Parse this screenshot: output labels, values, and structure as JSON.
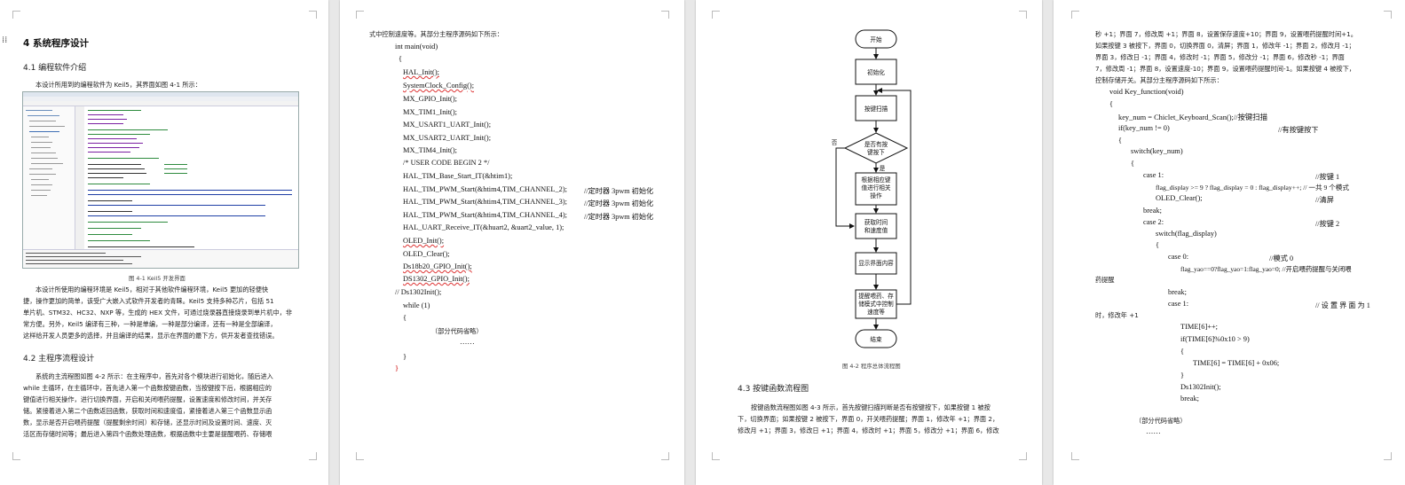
{
  "page1": {
    "h1": "4 系统程序设计",
    "h2a": "4.1 编程软件介绍",
    "para1": "本设计所用到的编程软件为 Keil5，其界面如图 4-1 所示：",
    "fig_caption": "图 4-1 Keil5 开发界面",
    "para2": [
      "本设计所使用的编程环境是 Keil5，相对于其他软件编程环境，Keil5 更加的轻便快",
      "捷，操作更加的简单，该受广大嵌入式软件开发者的青睐。Keil5 支持多种芯片，包括 51",
      "单片机、STM32、HC32、NXP 等，生成的 HEX 文件，可通过烧录器直接烧录到单片机中，非",
      "常方便。另外，Keil5 编译有三种，一种是单编，一种是部分编译，还有一种是全部编译，",
      "这样给开发人员更多的选择，并且编译的结果，显示在界面的最下方，供开发者查找错误。"
    ],
    "h2b": "4.2 主程序流程设计",
    "para3": [
      "系统的主流程图如图 4-2 所示：在主程序中，首先对各个模块进行初始化，随后进入",
      "while 主循环，在主循环中，首先进入第一个函数按键函数，当按键按下后，根据相应的",
      "键值进行相关操作，进行切换界面，开启和关闭喂药提醒，设置速度和修改时间，并关存",
      "储。紧接着进入第二个函数返回函数，获取时间和速度值，紧接着进入第三个函数显示函",
      "数，显示是否开启喂药提醒（提醒剩余时间）和存储，还显示时间及设置时间、速度、灭",
      "活区而存储时间等；最后进入第四个函数处理函数，根据函数中主要是提醒喂药、存储喂"
    ]
  },
  "page2": {
    "intro": "式中控制速度等。其部分主程序源码如下所示：",
    "code": [
      "int main(void)",
      "{",
      "HAL_Init();",
      "SystemClock_Config();",
      "MX_GPIO_Init();",
      "MX_TIM1_Init();",
      "MX_USART1_UART_Init();",
      "MX_USART2_UART_Init();",
      "MX_TIM4_Init();",
      "/* USER CODE BEGIN 2 */",
      "HAL_TIM_Base_Start_IT(&htim1);",
      "HAL_TIM_PWM_Start(&htim4,TIM_CHANNEL_2);",
      "HAL_TIM_PWM_Start(&htim4,TIM_CHANNEL_3);",
      "HAL_TIM_PWM_Start(&htim4,TIM_CHANNEL_4);",
      "HAL_UART_Receive_IT(&huart2, &uart2_value, 1);",
      "OLED_Init();",
      "OLED_Clear();",
      "Ds18b20_GPIO_Init();",
      "DS1302_GPIO_Init();",
      "//    Ds1302Init();",
      "while (1)",
      "{",
      "（部分代码省略）",
      "……",
      "}",
      "}"
    ],
    "comments": [
      "//定时器 3pwm 初始化",
      "//定时器 3pwm 初始化",
      "//定时器 3pwm 初始化"
    ]
  },
  "page3": {
    "flow": {
      "start": "开始",
      "init": "初始化",
      "scan": "按键扫描",
      "decision": [
        "是否有按",
        "键按下"
      ],
      "no": "否",
      "yes": "是",
      "handle": [
        "根据相应键",
        "值进行相关",
        "操作"
      ],
      "gettime": [
        "获取时间",
        "和速度值"
      ],
      "display": "显示界面内容",
      "remind": [
        "提醒喂药、存",
        "储模式中控制",
        "速度等"
      ],
      "end": "结束"
    },
    "fig_caption": "图 4-2  程序总体流程图",
    "h2": "4.3 按键函数流程图",
    "para": [
      "按键函数流程图如图 4-3 所示，首先按键扫描判断是否有按键按下，如果按键 1 被按",
      "下，切换界面；如果按键 2 被按下，界面 0，开关喂药提醒；界面 1，修改年 +1；界面 2，",
      "修改月 +1；界面 3，修改日 +1；界面 4，修改时 +1；界面 5，修改分 +1；界面 6，修改"
    ]
  },
  "page4": {
    "para": [
      "秒 +1；界面 7，修改周 +1；界面 8，设置保存速度+10；界面 9，设置喂药提醒时间+1。",
      "如果按键 3 被按下，界面 0，切换界面 0，清屏；界面 1，修改年 -1；界面 2，修改月 -1；",
      "界面 3，修改日 -1；界面 4，修改时 -1；界面 5，修改分 -1；界面 6，修改秒 -1；界面",
      "7，修改周 -1；界面 8，设置速度-10；界面 9，设置喂药提醒时间-1。如果按键 4 被按下，",
      "控制存储开关。其部分主程序源码如下所示："
    ],
    "code": [
      "void Key_function(void)",
      "{",
      "key_num = Chiclet_Keyboard_Scan();//按键扫描",
      "if(key_num != 0)",
      "{",
      "switch(key_num)",
      "{",
      "case 1:",
      "flag_display >= 9 ? flag_display = 0 : flag_display++; // 一共 9 个模式",
      "OLED_Clear();",
      "break;",
      "case 2:",
      "switch(flag_display)",
      "{",
      "case 0:",
      "flag_yao==0?flag_yao=1:flag_yao=0; //开启喂药提醒与关闭喂",
      "药提醒",
      "break;",
      "case 1:",
      "时，修改年 +1",
      "TIME[6]++;",
      "if(TIME[6]%0x10 > 9)",
      "{",
      "TIME[6] = TIME[6] + 0x06;",
      "}",
      "Ds1302Init();",
      "break;",
      "（部分代码省略）",
      "……"
    ],
    "comments": [
      "//有按键按下",
      "//按键 1",
      "//清屏",
      "//按键 2",
      "//模式 0",
      "// 设 置 界 面 为 1"
    ]
  }
}
